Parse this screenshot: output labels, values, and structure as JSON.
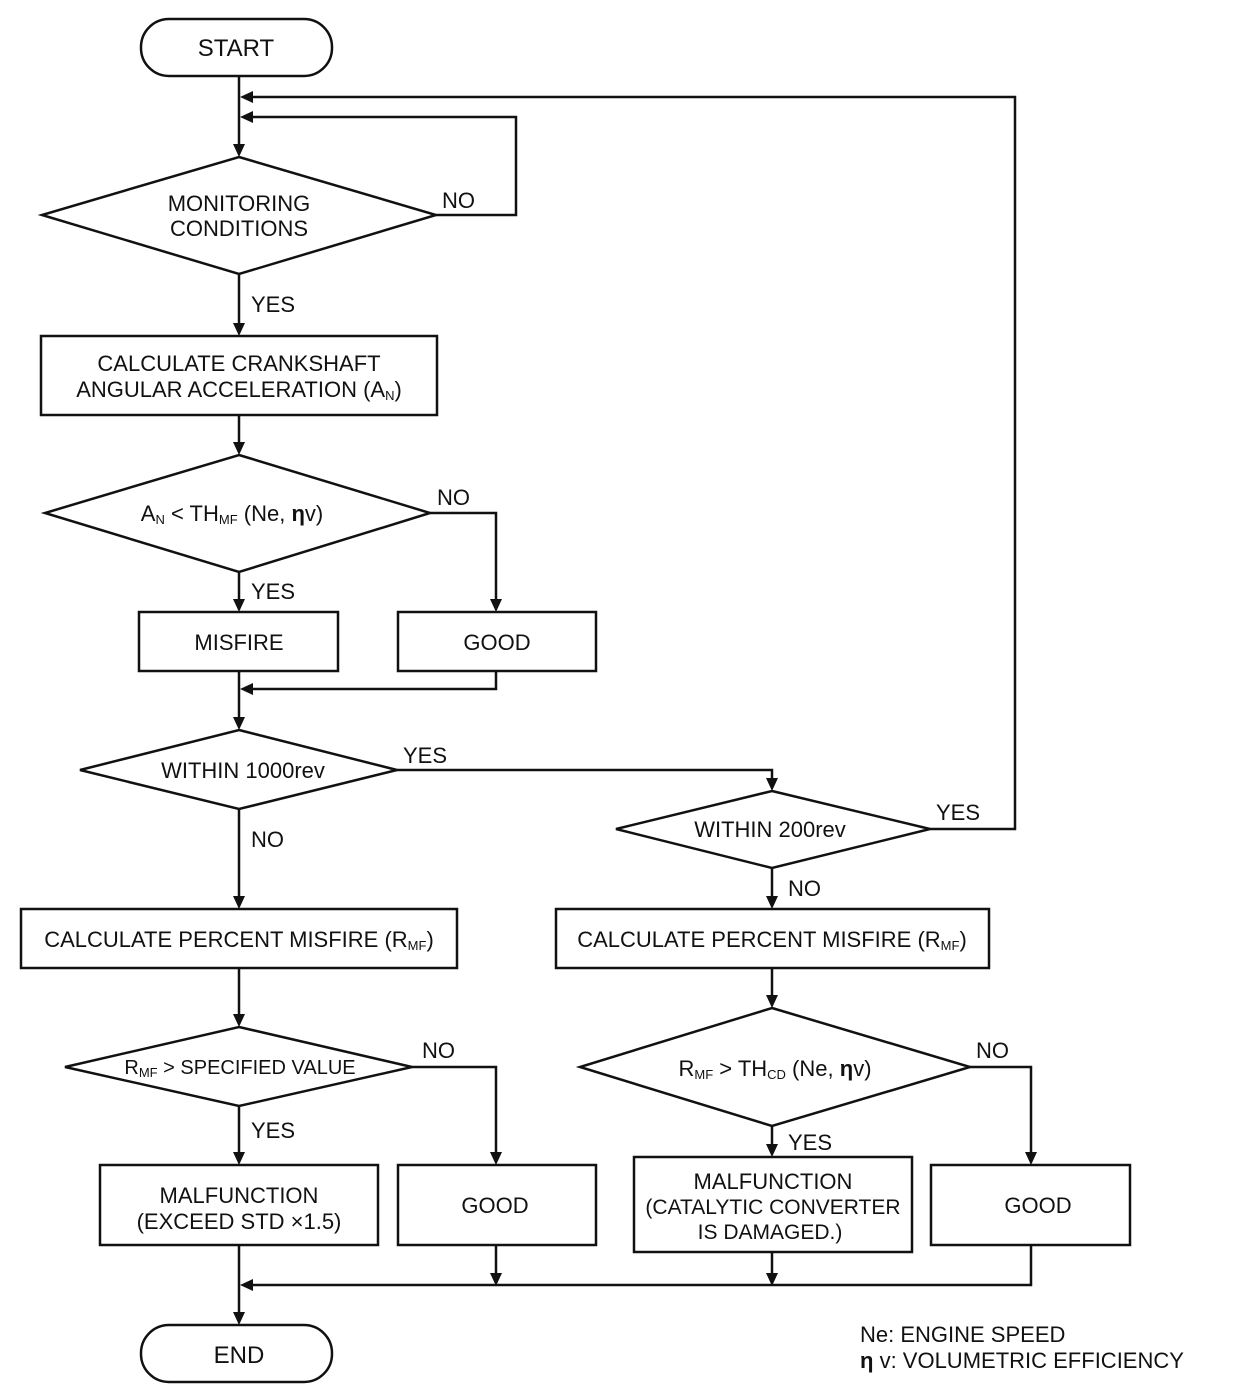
{
  "nodes": {
    "start": "START",
    "monitoring_line1": "MONITORING",
    "monitoring_line2": "CONDITIONS",
    "calc_accel_line1": "CALCULATE CRANKSHAFT",
    "calc_accel_line2_main": "ANGULAR ACCELERATION (A",
    "calc_accel_line2_sub": "N",
    "calc_accel_line2_end": ")",
    "an_decision": {
      "a": "A",
      "a_sub": "N",
      "mid": " < TH",
      "th_sub": "MF",
      "end": " (Ne, ",
      "eta": "η",
      "tail": "v)"
    },
    "misfire": "MISFIRE",
    "good_1": "GOOD",
    "within_1000": "WITHIN 1000rev",
    "within_200": "WITHIN 200rev",
    "calc_percent_left": {
      "main": "CALCULATE PERCENT MISFIRE (R",
      "sub": "MF",
      "end": ")"
    },
    "calc_percent_right": {
      "main": "CALCULATE PERCENT MISFIRE (R",
      "sub": "MF",
      "end": ")"
    },
    "rmf_spec": {
      "r": "R",
      "sub": "MF",
      "rest": " > SPECIFIED VALUE"
    },
    "rmf_thcd": {
      "r": "R",
      "sub": "MF",
      "mid": " > TH",
      "th_sub": "CD",
      "end": " (Ne, ",
      "eta": "η",
      "tail": "v)"
    },
    "malfunction_left_line1": "MALFUNCTION",
    "malfunction_left_line2": "(EXCEED STD  ×1.5)",
    "good_2": "GOOD",
    "malfunction_right_line1": "MALFUNCTION",
    "malfunction_right_line2": "(CATALYTIC CONVERTER",
    "malfunction_right_line3": "IS DAMAGED.)",
    "good_3": "GOOD",
    "end": "END"
  },
  "edge_labels": {
    "yes": "YES",
    "no": "NO"
  },
  "legend": {
    "ne": "Ne: ENGINE SPEED",
    "eta_symbol": "η",
    "eta_text": " v: VOLUMETRIC EFFICIENCY"
  }
}
